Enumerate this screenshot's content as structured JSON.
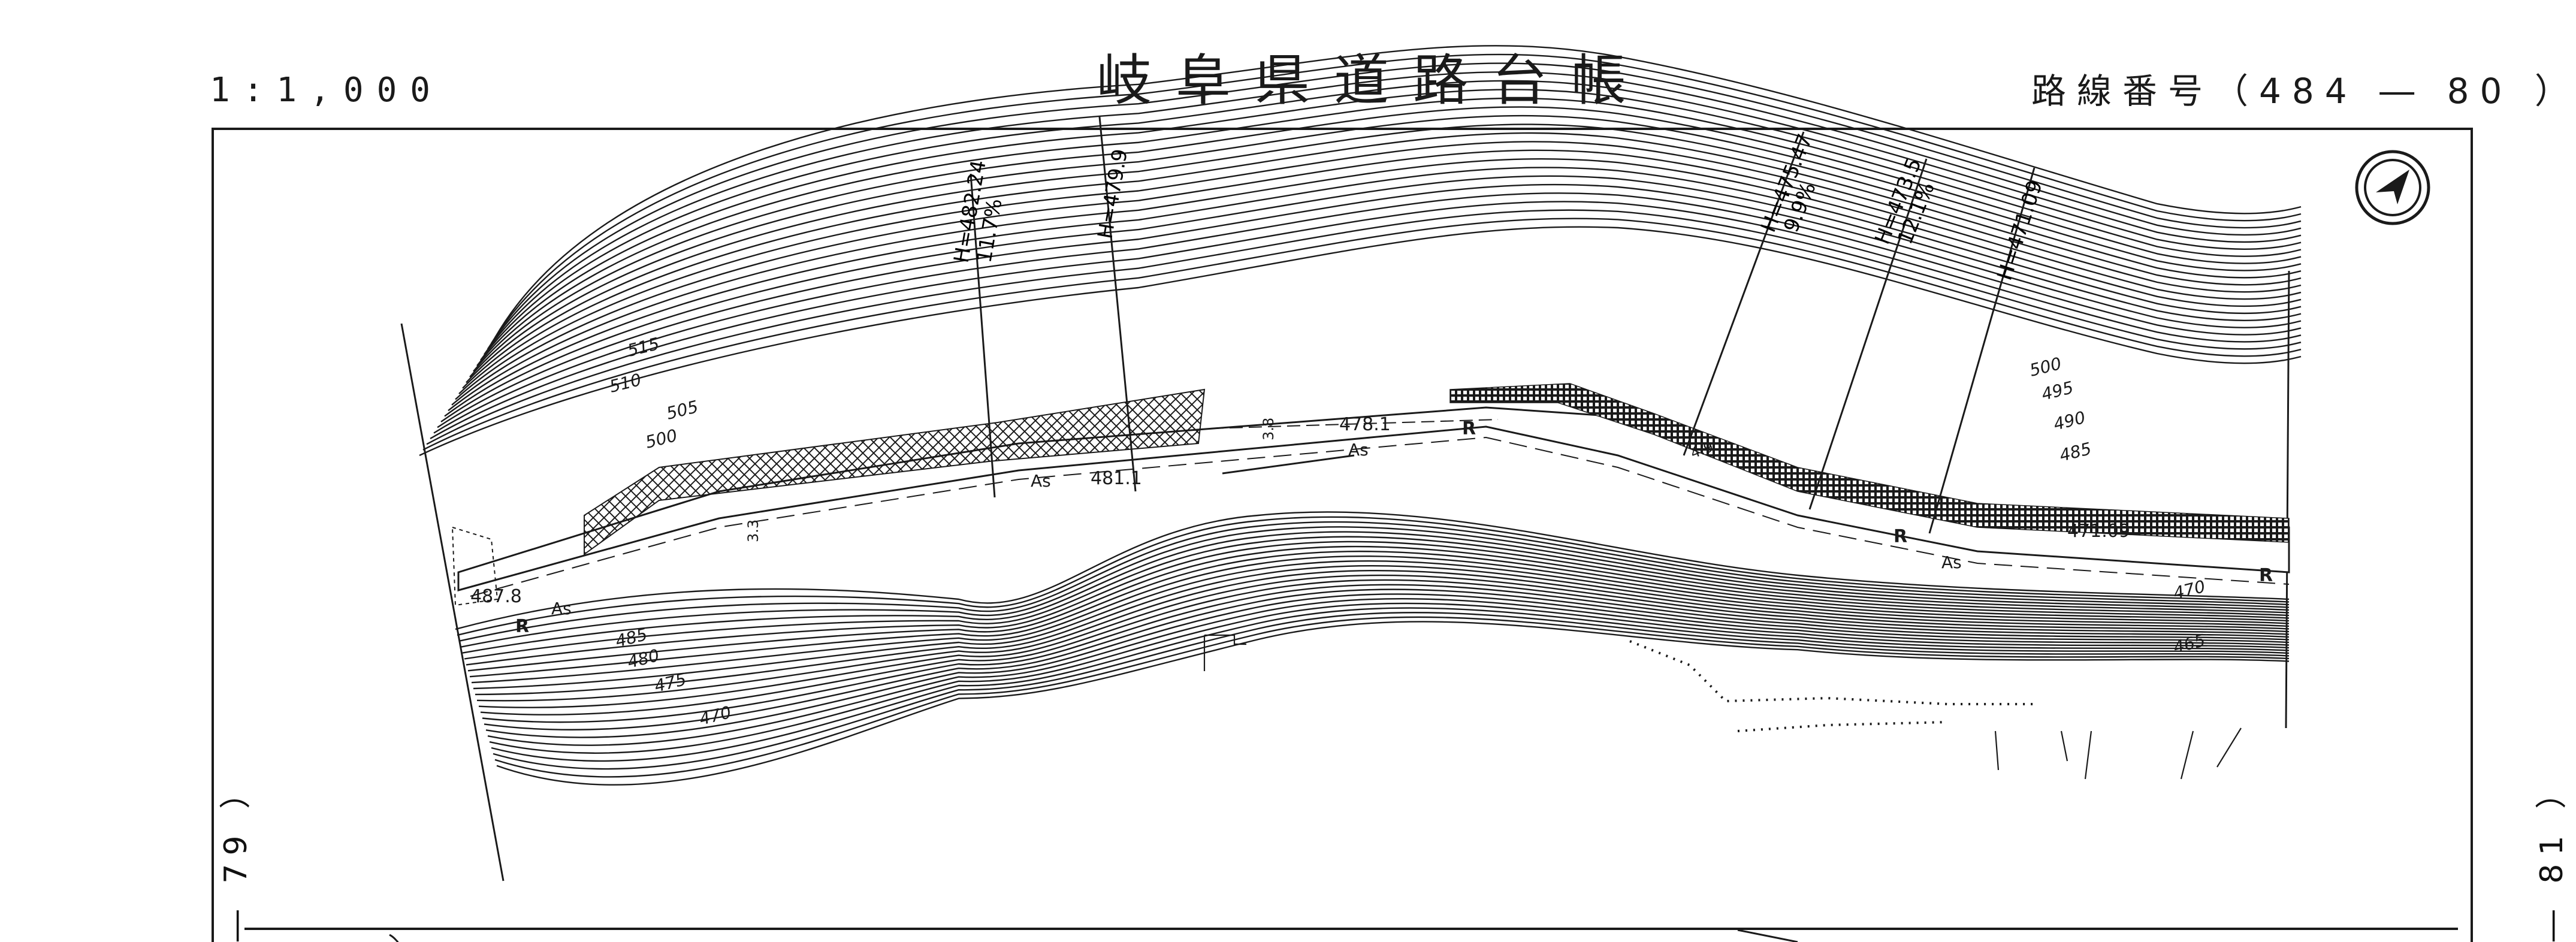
{
  "header": {
    "title": "岐阜県道路台帳",
    "scale": "1:1,000",
    "route_number": "路線番号（484 ― 80 ）"
  },
  "sheet_refs": {
    "left": "― 79 ）",
    "right": "― 81 ）"
  },
  "map": {
    "contour_labels": [
      "515",
      "510",
      "505",
      "500",
      "485",
      "480",
      "475",
      "470",
      "500",
      "495",
      "490",
      "485",
      "470",
      "465"
    ],
    "elevation_points": [
      "487.8",
      "481.1",
      "478.1",
      "471.09"
    ],
    "height_markers": [
      {
        "height": "H=482.24",
        "grade": "11.7%"
      },
      {
        "height": "H=479.9",
        "grade": ""
      },
      {
        "height": "H=475.47",
        "grade": "9.9%"
      },
      {
        "height": "H=473.5",
        "grade": "12.1%"
      },
      {
        "height": "H=471.09",
        "grade": ""
      }
    ],
    "pavement_labels": [
      "As",
      "As",
      "As",
      "As"
    ],
    "road_labels": [
      "R",
      "R",
      "R",
      "R"
    ],
    "widths": [
      "3.8",
      "3.3",
      "4.9"
    ],
    "north_arrow": "north-arrow-icon"
  },
  "colors": {
    "ink": "#1a1a1a",
    "paper": "#ffffff"
  }
}
